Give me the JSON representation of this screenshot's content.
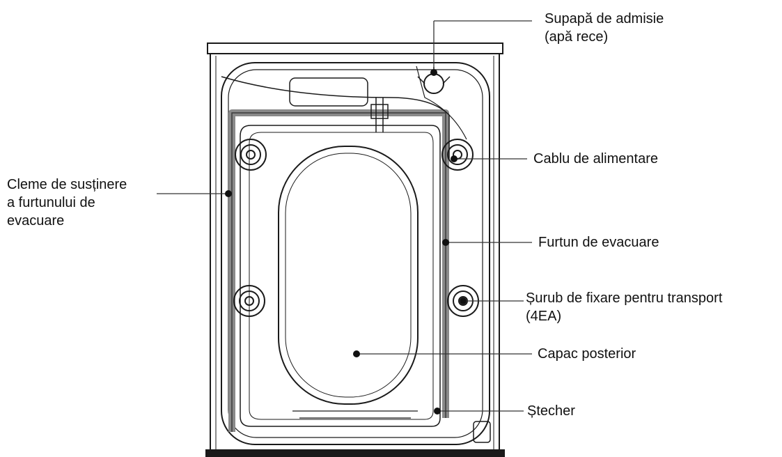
{
  "diagram": {
    "labels": {
      "inlet_valve": [
        "Supapă de admisie",
        "(apă rece)"
      ],
      "power_cable": [
        "Cablu de alimentare"
      ],
      "hose_clamps": [
        "Cleme de susținere",
        "a furtunului de",
        "evacuare"
      ],
      "drain_hose": [
        "Furtun de evacuare"
      ],
      "transit_bolt": [
        "Șurub de fixare pentru transport",
        "(4EA)"
      ],
      "rear_cover": [
        "Capac posterior"
      ],
      "plug": [
        "Ștecher"
      ]
    }
  }
}
